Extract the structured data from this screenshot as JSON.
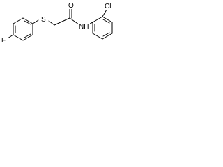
{
  "structure": {
    "atoms": {
      "fluorine": "F",
      "sulfur": "S",
      "oxygen": "O",
      "amide_nitrogen": "NH",
      "chlorine": "Cl"
    }
  }
}
